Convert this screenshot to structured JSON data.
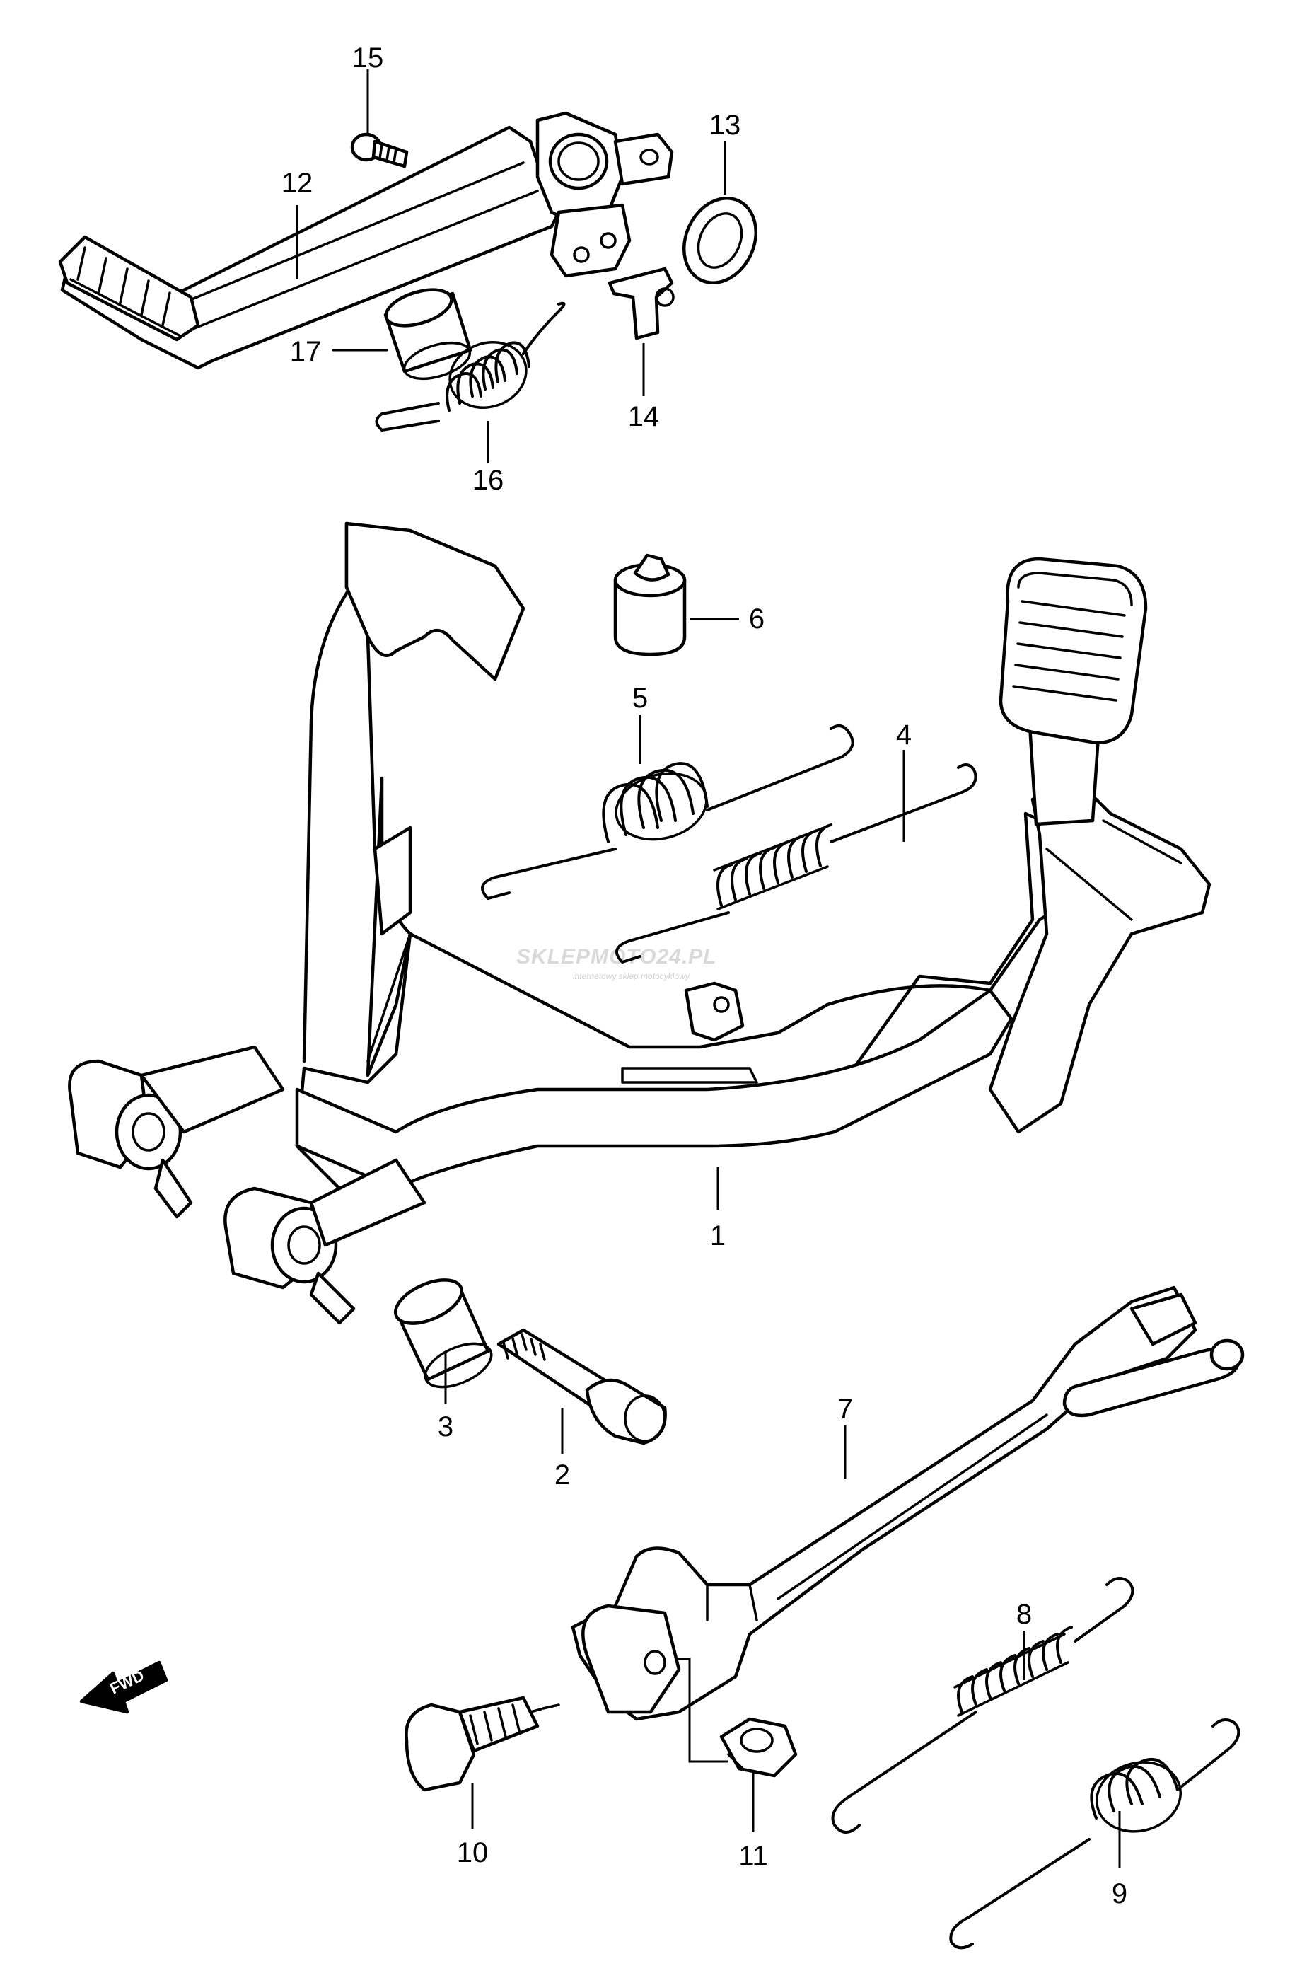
{
  "diagram": {
    "callouts": [
      "1",
      "2",
      "3",
      "4",
      "5",
      "6",
      "7",
      "8",
      "9",
      "10",
      "11",
      "12",
      "13",
      "14",
      "15",
      "16",
      "17"
    ],
    "fwd_label": "FWD",
    "watermark": {
      "main": "SKLEPMOTO24.PL",
      "sub": "internetowy sklep motocyklowy"
    }
  },
  "colors": {
    "line": "#000000",
    "background": "#ffffff",
    "watermark": "#d9d9d9",
    "watermark_accent": "#e8a0a0"
  }
}
